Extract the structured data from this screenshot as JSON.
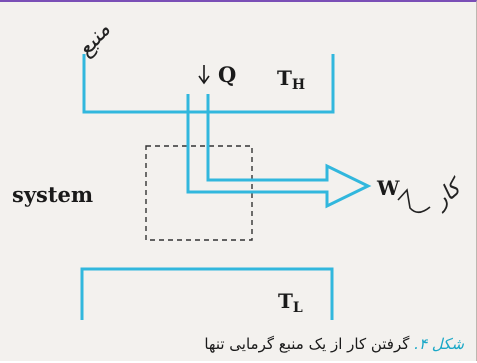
{
  "labels": {
    "heat": "Q",
    "hot_reservoir": "TH",
    "work": "W",
    "system": "system",
    "cold_reservoir": "TL"
  },
  "handwriting": {
    "source_note": "منبع",
    "work_note": "کار"
  },
  "caption": {
    "figure_label": "شکل ۴.",
    "text": " گرفتن کار از یک منبع گرمایی تنها"
  },
  "colors": {
    "diagram_lines": "#31b7dd",
    "box_dashed": "#333333",
    "caption_label": "#1aa8c7",
    "text": "#1a1a1a",
    "top_border": "#7a4fb6"
  },
  "icons": {
    "heat_flow": "down-arrow-icon",
    "work_output": "right-arrow-icon"
  }
}
